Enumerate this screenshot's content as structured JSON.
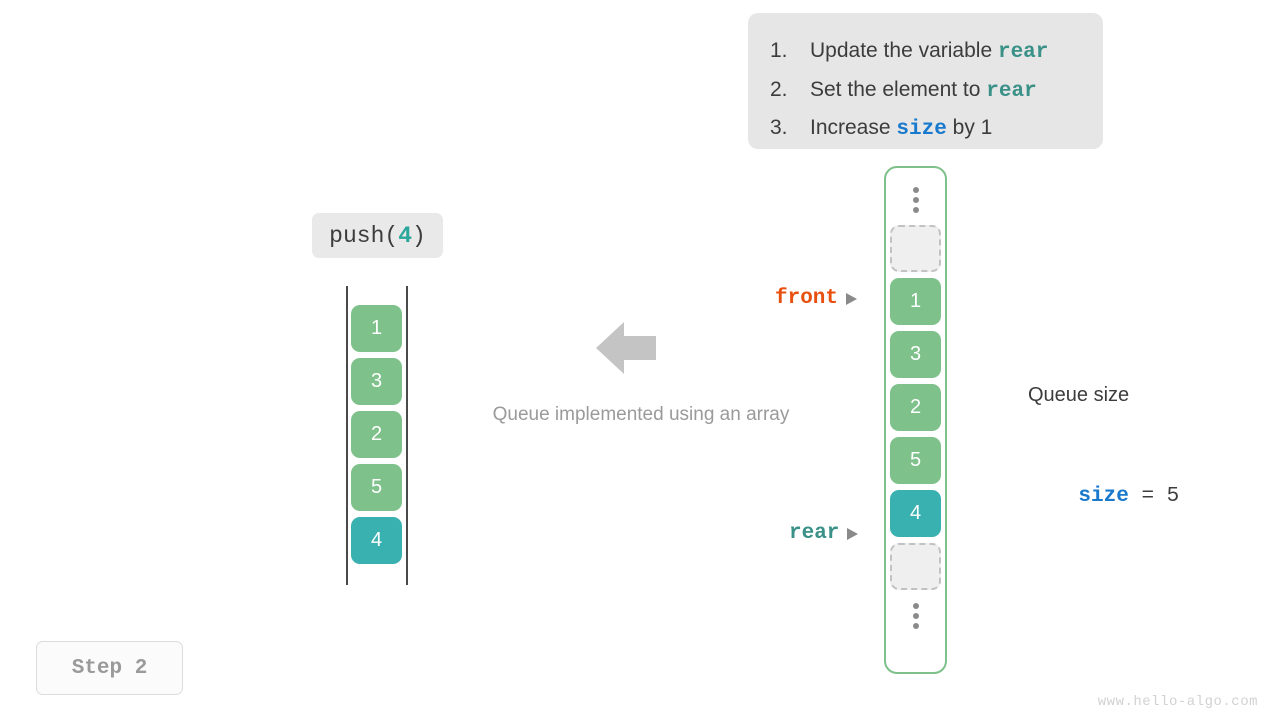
{
  "instructions": {
    "items": [
      {
        "num": "1.",
        "pre": "Update the variable ",
        "code": "rear",
        "code_color": "teal",
        "post": ""
      },
      {
        "num": "2.",
        "pre": "Set the element to ",
        "code": "rear",
        "code_color": "teal",
        "post": ""
      },
      {
        "num": "3.",
        "pre": "Increase ",
        "code": "size",
        "code_color": "blue",
        "post": " by 1"
      }
    ]
  },
  "operation": {
    "name": "push(",
    "arg": "4",
    "close": ")"
  },
  "logical_queue": {
    "caption": "Queue implemented using an array",
    "cells": [
      {
        "value": "1",
        "state": "filled"
      },
      {
        "value": "3",
        "state": "filled"
      },
      {
        "value": "2",
        "state": "filled"
      },
      {
        "value": "5",
        "state": "filled"
      },
      {
        "value": "4",
        "state": "highlight"
      }
    ]
  },
  "physical_array": {
    "cells": [
      {
        "value": "",
        "state": "dots"
      },
      {
        "value": "",
        "state": "empty"
      },
      {
        "value": "1",
        "state": "filled"
      },
      {
        "value": "3",
        "state": "filled"
      },
      {
        "value": "2",
        "state": "filled"
      },
      {
        "value": "5",
        "state": "filled"
      },
      {
        "value": "4",
        "state": "highlight"
      },
      {
        "value": "",
        "state": "empty"
      },
      {
        "value": "",
        "state": "dots"
      }
    ]
  },
  "pointers": {
    "front": "front",
    "rear": "rear"
  },
  "size_info": {
    "title": "Queue size",
    "var": "size",
    "operator": " = ",
    "value": "5"
  },
  "step": {
    "label": "Step 2"
  },
  "watermark": {
    "text": "www.hello-algo.com"
  },
  "colors": {
    "green": "#7ec18a",
    "teal": "#39b1b0",
    "orange": "#e8500f",
    "blue": "#1879cd",
    "code_teal": "#3a9188",
    "gray": "#9a9a9a"
  }
}
